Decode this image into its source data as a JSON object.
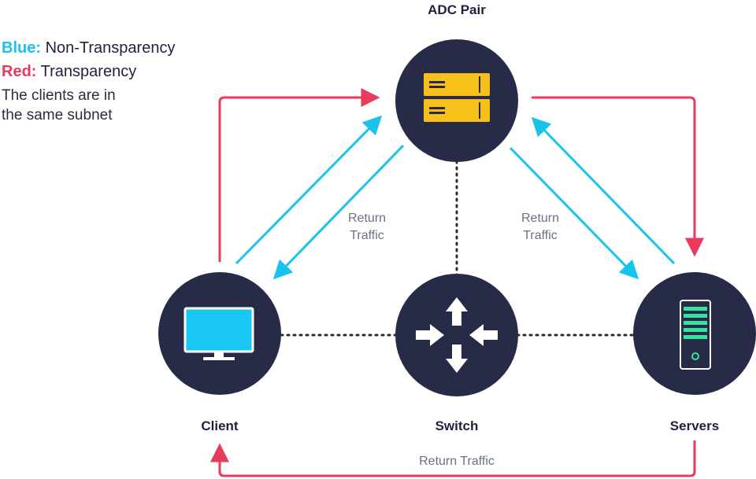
{
  "legend": {
    "blue_key": "Blue:",
    "blue_text": "Non-Transparency",
    "red_key": "Red:",
    "red_text": "Transparency",
    "note": "The clients are in the same subnet"
  },
  "nodes": {
    "adc": {
      "label": "ADC Pair",
      "icon": "server-rack-icon"
    },
    "client": {
      "label": "Client",
      "icon": "monitor-icon"
    },
    "switch": {
      "label": "Switch",
      "icon": "switch-arrows-icon"
    },
    "servers": {
      "label": "Servers",
      "icon": "server-tower-icon"
    }
  },
  "flows": {
    "left_return": "Return Traffic",
    "right_return": "Return Traffic",
    "bottom_return": "Return Traffic"
  },
  "colors": {
    "node_bg": "#272b48",
    "blue": "#18c3ec",
    "red": "#e83a5a",
    "adc_icon": "#f7c01b",
    "client_icon": "#19c8f2",
    "server_icon": "#34e5a0",
    "white": "#ffffff"
  }
}
